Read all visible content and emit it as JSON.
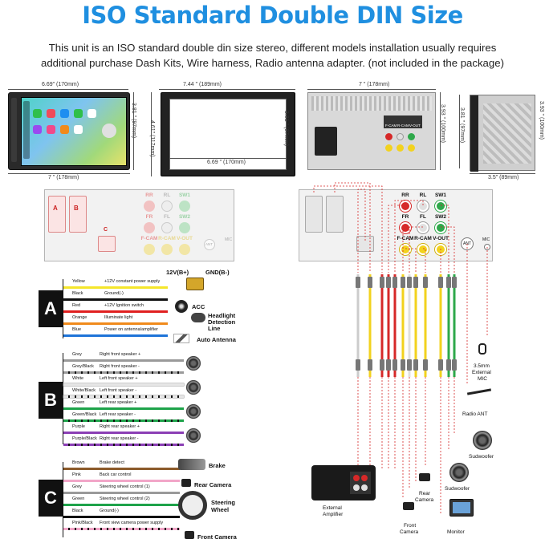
{
  "header": {
    "title": "ISO Standard Double DIN Size",
    "description_line1": "This unit is an ISO standard double din size stereo, different models installation usually requires",
    "description_line2": "additional purchase Dash Kits, Wire harness, Radio antenna adapter. (not included in the package)"
  },
  "dimensions": {
    "front_width": "6.69\" (170mm)",
    "front_height": "3.81 \" (97mm)",
    "front_bottom": "7 \" (178mm)",
    "frame_width": "7.44 \" (189mm)",
    "frame_height_left": "4.61\" (117mm)",
    "frame_height_right": "3.81 \" (97mm)",
    "frame_inner": "6.69 \" (170mm)",
    "back_width": "7 \" (178mm)",
    "back_height": "3.93 \" (100mm)",
    "side_height_left": "3.81 \" (97mm)",
    "side_height_right": "3.93 \" (100mm)",
    "side_depth": "3.5\" (89mm)"
  },
  "connectors": {
    "top_row": [
      "RR",
      "RL",
      "SW1"
    ],
    "mid_row": [
      "FR",
      "FL",
      "SW2"
    ],
    "bottom_row": [
      "F-CAM",
      "R-CAM",
      "V-OUT"
    ],
    "ant": "ANT",
    "mic": "MIC",
    "port_a": "A",
    "port_b": "B",
    "port_c": "C",
    "back_labels": [
      "F-CAM",
      "R-CAM",
      "V-OUT"
    ]
  },
  "harness_a": {
    "letter": "A",
    "power_label_left": "12V(B+)",
    "power_label_right": "GND(B-)",
    "wires": [
      {
        "color_name": "Yellow",
        "desc": "+12V constant power supply",
        "hex": "#f5e62a"
      },
      {
        "color_name": "Black",
        "desc": "Ground(-)",
        "hex": "#111111"
      },
      {
        "color_name": "Red",
        "desc": "+12V Ignition switch",
        "hex": "#e02020"
      },
      {
        "color_name": "Orange",
        "desc": "Illuminate light",
        "hex": "#f08a1c"
      },
      {
        "color_name": "Blue",
        "desc": "Power on antenna/amplifier",
        "hex": "#1e73d8"
      }
    ],
    "acc": "ACC",
    "headlight": "Headlight",
    "detection": "Detection",
    "line": "Line",
    "auto_antenna": "Auto Antenna"
  },
  "harness_b": {
    "letter": "B",
    "wires": [
      {
        "color_name": "Grey",
        "desc": "Right front speaker +",
        "hex": "#9a9a9a"
      },
      {
        "color_name": "Grey/Black",
        "desc": "Right front speaker -",
        "hex": "#9a9a9a"
      },
      {
        "color_name": "White",
        "desc": "Left front speaker +",
        "hex": "#e6e6e6"
      },
      {
        "color_name": "White/Black",
        "desc": "Left front speaker -",
        "hex": "#e6e6e6"
      },
      {
        "color_name": "Green",
        "desc": "Left rear speaker +",
        "hex": "#1ea34a"
      },
      {
        "color_name": "Green/Black",
        "desc": "Left rear speaker -",
        "hex": "#1ea34a"
      },
      {
        "color_name": "Purple",
        "desc": "Right rear speaker +",
        "hex": "#8b3fb5"
      },
      {
        "color_name": "Purple/Black",
        "desc": "Right rear speaker -",
        "hex": "#8b3fb5"
      }
    ]
  },
  "harness_c": {
    "letter": "C",
    "wires": [
      {
        "color_name": "Brown",
        "desc": "Brake detect",
        "hex": "#8b5a2b"
      },
      {
        "color_name": "Pink",
        "desc": "Back car control",
        "hex": "#f2a6c8"
      },
      {
        "color_name": "Grey",
        "desc": "Steering wheel control (1)",
        "hex": "#9a9a9a"
      },
      {
        "color_name": "Green",
        "desc": "Steering wheel control (2)",
        "hex": "#1ea34a"
      },
      {
        "color_name": "Black",
        "desc": "Ground(-)",
        "hex": "#111111"
      },
      {
        "color_name": "Pink/Black",
        "desc": "Front view camera power supply",
        "hex": "#f2a6c8"
      }
    ],
    "brake": "Brake",
    "rear_camera": "Rear Camera",
    "steering": "Steering",
    "wheel": "Wheel",
    "front_camera": "Front Camera"
  },
  "right_side": {
    "mic_1": "3.5mm",
    "mic_2": "External",
    "mic_3": "MIC",
    "radio_ant": "Radio ANT",
    "sudwoofer_1": "Sudwoofer",
    "sudwoofer_2": "Sudwoofer",
    "external_1": "External",
    "external_2": "Amplifier",
    "rear_cam_1": "Rear",
    "rear_cam_2": "Camera",
    "front_cam_1": "Front",
    "front_cam_2": "Camera",
    "monitor": "Monitor"
  },
  "colors": {
    "title_blue": "#1f8fe0",
    "red_wire": "#e02020",
    "rca_red": "#d62828",
    "rca_white": "#e0e0e0",
    "rca_yellow": "#f2d21e",
    "rca_green": "#2ea84a"
  }
}
